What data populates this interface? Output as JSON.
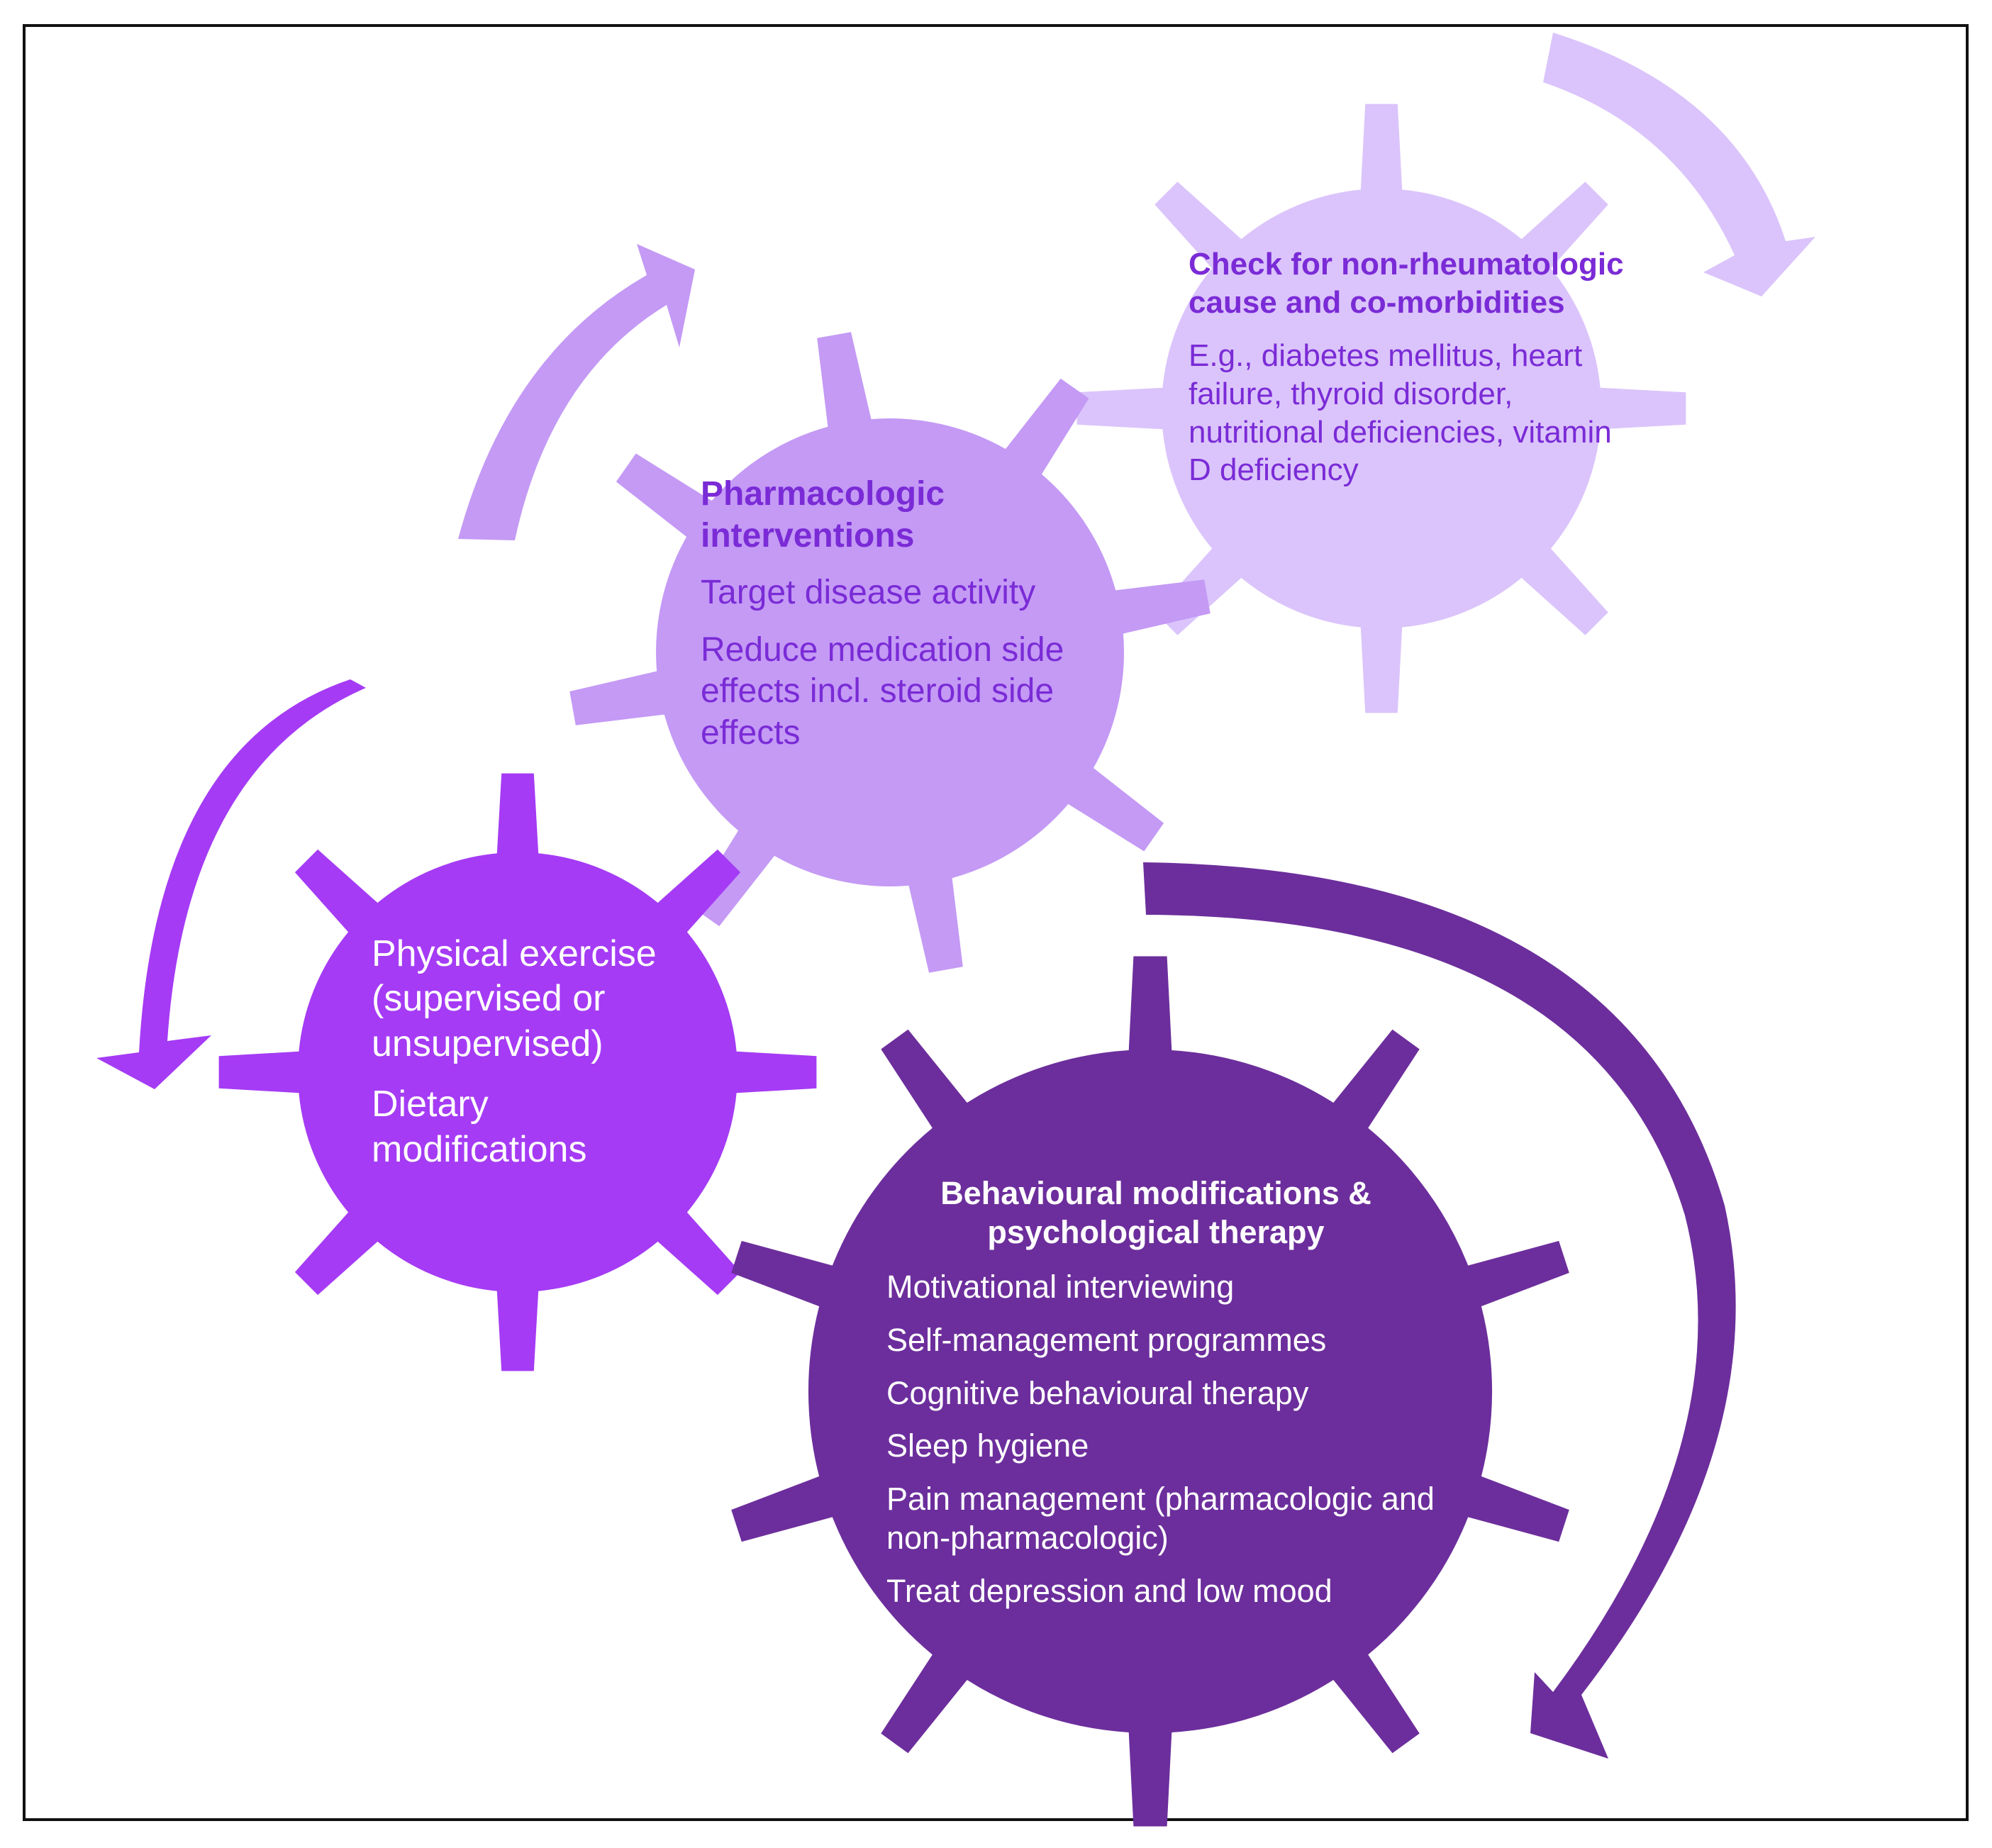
{
  "colors": {
    "gear_physical": "#a53bf5",
    "gear_pharmacologic": "#c49af5",
    "gear_comorbidities": "#dbc4fb",
    "gear_behavioural": "#6c2e9c",
    "arrow_physical": "#a53bf5",
    "arrow_pharmacologic": "#c49af5",
    "arrow_comorbidities": "#dbc4fb",
    "arrow_behavioural": "#6c2e9c",
    "text_dark": "#7a2bd6",
    "text_light": "#ffffff",
    "border": "#111111"
  },
  "gears": {
    "physical": {
      "item1": "Physical exercise (supervised or unsupervised)",
      "item2": "Dietary modifications"
    },
    "pharmacologic": {
      "title": "Pharmacologic interventions",
      "item1": "Target disease activity",
      "item2": "Reduce medication side effects incl. steroid side effects"
    },
    "comorbidities": {
      "title": "Check for non-rheumatologic cause and co-morbidities",
      "body": "E.g., diabetes mellitus, heart failure, thyroid disorder, nutritional deficiencies, vitamin D deficiency"
    },
    "behavioural": {
      "title": "Behavioural modifications & psychological therapy",
      "items": [
        "Motivational interviewing",
        "Self-management programmes",
        "Cognitive behavioural therapy",
        "Sleep hygiene",
        "Pain management (pharmacologic and non-pharmacologic)",
        "Treat depression and low mood"
      ]
    }
  }
}
